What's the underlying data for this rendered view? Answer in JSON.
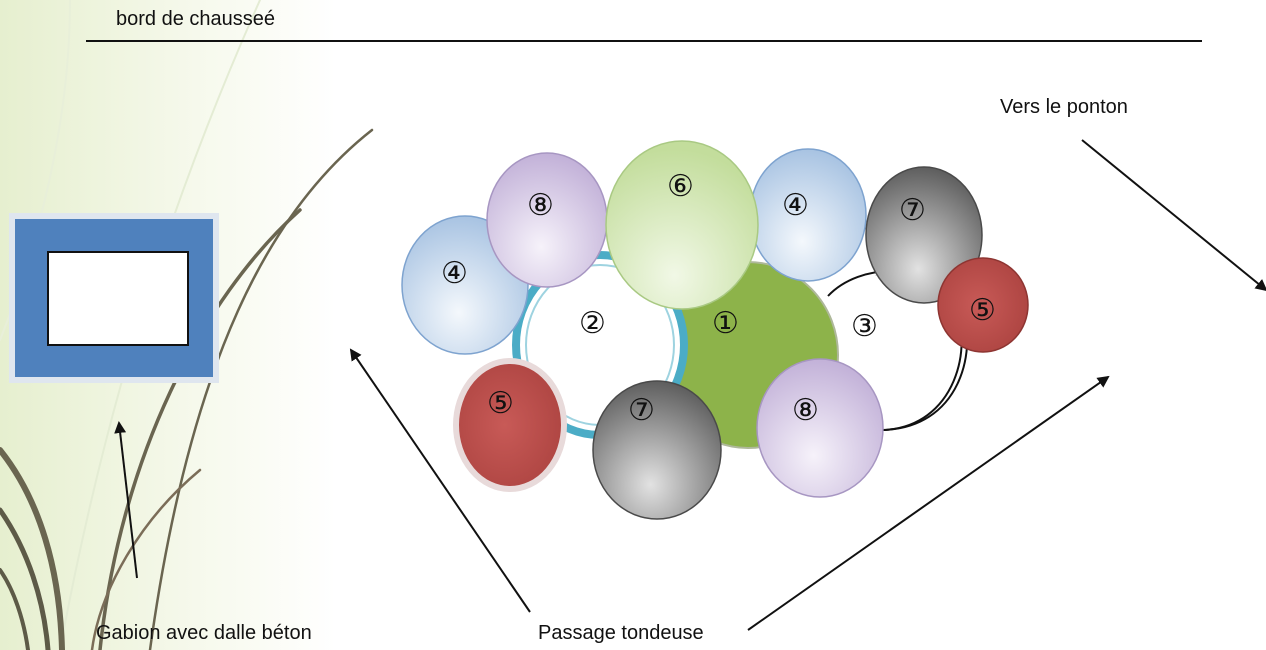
{
  "labels": {
    "road_edge": "bord de chausseé",
    "to_pontoon": "Vers le ponton",
    "gabion": "Gabion avec dalle béton",
    "mower_passage": "Passage tondeuse"
  },
  "beds": [
    {
      "name": "bed-1",
      "number": "①",
      "fill": "#8db34a"
    },
    {
      "name": "bed-2",
      "number": "②",
      "fill": "#ffffff",
      "stroke": "#4bacc6"
    },
    {
      "name": "bed-3",
      "number": "③",
      "fill": "#ffffff",
      "stroke": "#111111"
    }
  ],
  "plants": [
    {
      "number": "⑧",
      "color": "purple"
    },
    {
      "number": "⑥",
      "color": "green"
    },
    {
      "number": "④",
      "color": "blue"
    },
    {
      "number": "⑦",
      "color": "gray"
    },
    {
      "number": "④",
      "color": "blue"
    },
    {
      "number": "⑤",
      "color": "red"
    },
    {
      "number": "⑤",
      "color": "red"
    },
    {
      "number": "⑦",
      "color": "gray"
    },
    {
      "number": "⑧",
      "color": "purple"
    }
  ],
  "colors": {
    "gabion_frame": "#4f81bd",
    "green_bed": "#8db34a",
    "teal_ring": "#4bacc6",
    "purple_plant": "#d3c6e3",
    "green_plant": "#d5e8b8",
    "blue_plant": "#c8d9ec",
    "gray_plant": "#8a8a8a",
    "red_plant": "#c0504d"
  }
}
